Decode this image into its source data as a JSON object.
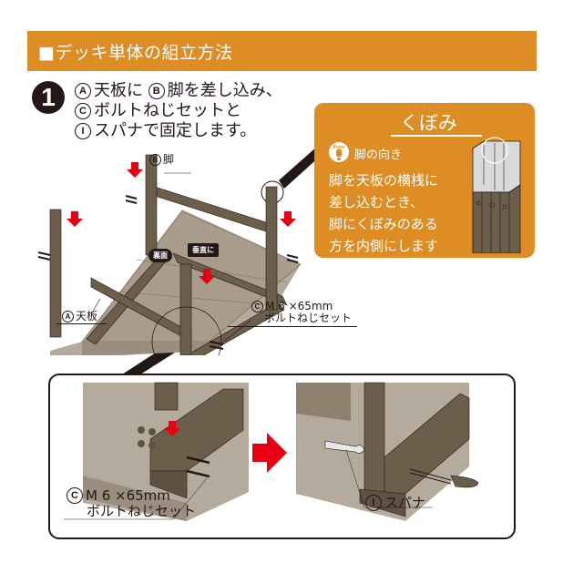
{
  "header": {
    "title": "■デッキ単体の組立方法",
    "background_color": "#de8c24"
  },
  "step": {
    "number": "1",
    "instructions": [
      {
        "marker": "A",
        "text": "天板に"
      },
      {
        "marker": "B",
        "text": "脚を差し込み、"
      },
      {
        "marker": "C",
        "text": "ボルトねじセットと"
      },
      {
        "marker": "I",
        "text": "スパナで固定します。"
      }
    ]
  },
  "point_box": {
    "callout_label": "くぼみ",
    "icon": "point-exclamation-icon",
    "icon_text": "Point",
    "title": "脚の向き",
    "body_lines": [
      "脚を天板の横桟に",
      "差し込むとき、",
      "脚にくぼみのある",
      "方を内側にします"
    ],
    "background_color": "#de8c24"
  },
  "main_illustration": {
    "label_leg": {
      "marker": "B",
      "text": "脚"
    },
    "label_top_board": {
      "marker": "A",
      "text": "天板"
    },
    "tag_back_side": "裏面",
    "tag_vertical": "垂直に",
    "label_bolt": {
      "marker": "C",
      "line1": "M 6 ×65mm",
      "line2": "ボルトねじセット"
    }
  },
  "detail_panel": {
    "left_label": {
      "marker": "C",
      "line1": "M 6 ×65mm",
      "line2": "ボルトねじセット"
    },
    "right_label": {
      "marker": "I",
      "text": "スパナ"
    },
    "arrow_color": "#e60012"
  }
}
